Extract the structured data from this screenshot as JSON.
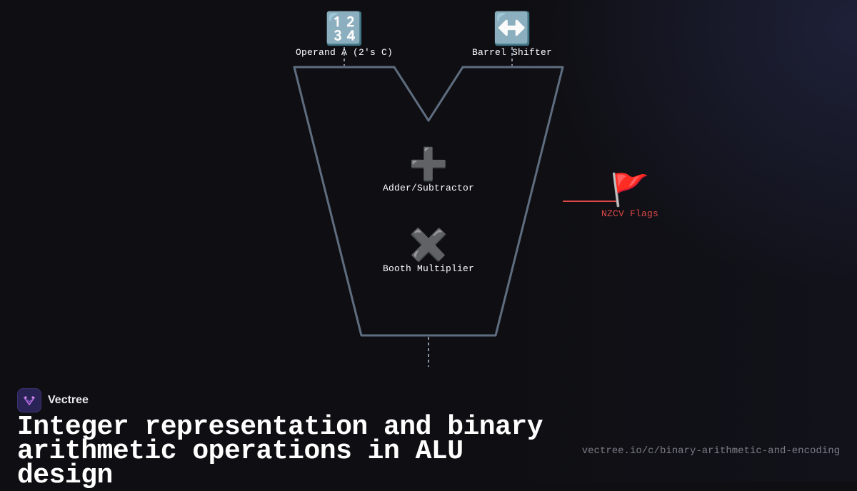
{
  "diagram": {
    "inputs": [
      {
        "icon": "🔢",
        "icon_name": "input-numbers-icon",
        "label": "Operand A (2's C)"
      },
      {
        "icon": "↔️",
        "icon_name": "left-right-arrow-icon",
        "label": "Barrel Shifter"
      }
    ],
    "units": [
      {
        "icon": "➕",
        "icon_name": "plus-icon",
        "label": "Adder/Subtractor"
      },
      {
        "icon": "✖️",
        "icon_name": "multiply-icon",
        "label": "Booth Multiplier"
      }
    ],
    "flag_output": {
      "icon": "🚩",
      "icon_name": "red-flag-icon",
      "label": "NZCV Flags",
      "color": "#e04848"
    },
    "colors": {
      "alu_outline": "#5f6d80",
      "connector": "#8a95a8"
    }
  },
  "brand": {
    "name": "Vectree"
  },
  "title": "Integer representation and binary arithmetic operations in ALU design",
  "url": "vectree.io/c/binary-arithmetic-and-encoding"
}
